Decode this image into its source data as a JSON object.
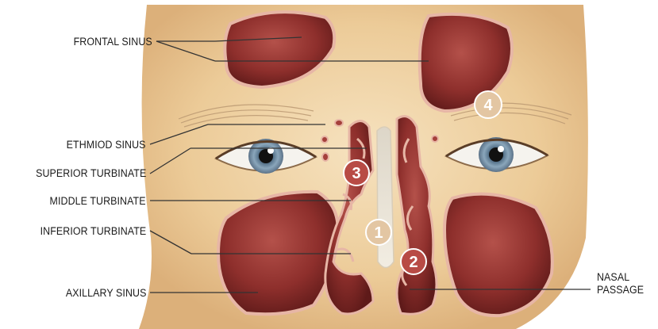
{
  "labels": {
    "frontal_sinus": "FRONTAL SINUS",
    "ethmoid_sinus": "ETHMIOD SINUS",
    "superior_turbinate": "SUPERIOR TURBINATE",
    "middle_turbinate": "MIDDLE TURBINATE",
    "inferior_turbinate": "INFERIOR TURBINATE",
    "axillary_sinus": "AXILLARY SINUS",
    "nasal_passage_line1": "NASAL",
    "nasal_passage_line2": "PASSAGE"
  },
  "markers": [
    "1",
    "2",
    "3",
    "4"
  ],
  "colors": {
    "skin": "#f1d6ad",
    "sinus_fill": "#8e2f2c",
    "sinus_rim": "#e7b6a6",
    "leader_line": "#333333",
    "label_text": "#1a1a1a"
  }
}
